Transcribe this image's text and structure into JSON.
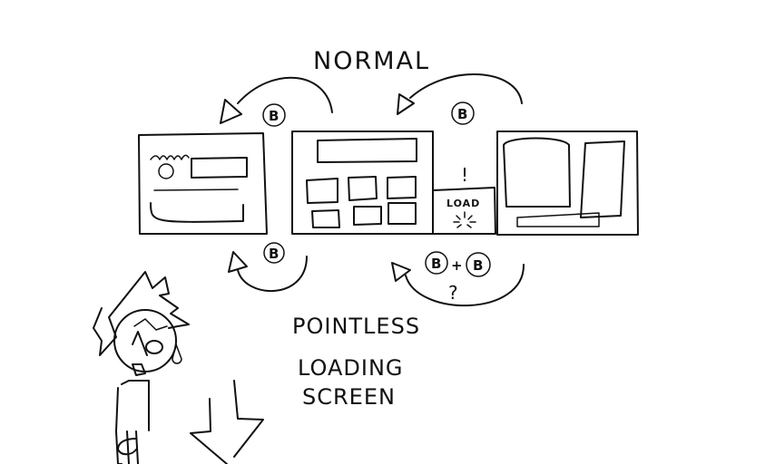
{
  "title": "NORMAL",
  "caption_lines": [
    "POINTLESS",
    "LOADING",
    "SCREEN"
  ],
  "button_label": "B",
  "combo_joiner": "+",
  "question_mark": "?",
  "exclamation": "!",
  "load_label": "LOAD",
  "ink_color": "#111111"
}
